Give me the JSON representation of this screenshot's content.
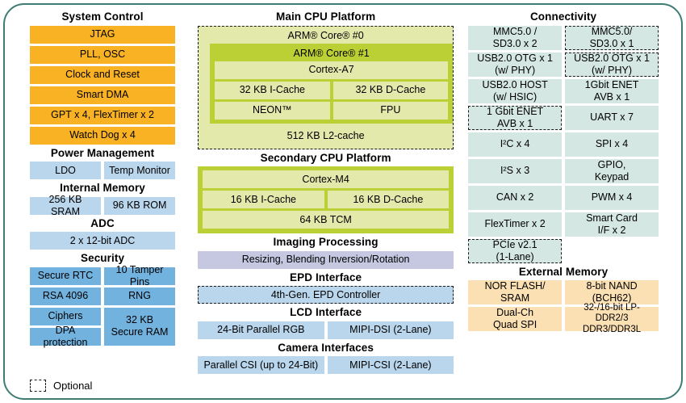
{
  "diagram": {
    "legend": {
      "label": "Optional",
      "swatch": "dashed-box-icon"
    },
    "colors": {
      "frame": "#3f7d74",
      "orange": "#F9B223",
      "blue_light": "#BAD6EC",
      "blue_medium": "#72B2DF",
      "green": "#BBD034",
      "green_light": "#E3E8AB",
      "teal": "#D5E7E2",
      "peach": "#FBE0B4",
      "lavender": "#C6C8E2"
    }
  },
  "system_control": {
    "title": "System Control",
    "items": [
      "JTAG",
      "PLL, OSC",
      "Clock and Reset",
      "Smart DMA",
      "GPT x 4, FlexTimer x 2",
      "Watch Dog x 4"
    ]
  },
  "power_management": {
    "title": "Power Management",
    "items": [
      "LDO",
      "Temp Monitor"
    ]
  },
  "internal_memory": {
    "title": "Internal Memory",
    "items": [
      "256 KB SRAM",
      "96 KB ROM"
    ]
  },
  "adc": {
    "title": "ADC",
    "items": [
      "2 x 12-bit ADC"
    ]
  },
  "security": {
    "title": "Security",
    "left_items": [
      "Secure RTC",
      "RSA 4096",
      "Ciphers",
      "DPA protection"
    ],
    "right_items": [
      "10 Tamper Pins",
      "RNG",
      "32 KB\nSecure RAM"
    ]
  },
  "main_cpu": {
    "title": "Main CPU Platform",
    "core0_label": "ARM® Core® #0",
    "core0_optional": true,
    "core1_label": "ARM® Core® #1",
    "cpu_name": "Cortex-A7",
    "caches": [
      "32 KB I-Cache",
      "32 KB D-Cache"
    ],
    "units": [
      "NEON™",
      "FPU"
    ],
    "l2_cache": "512 KB L2-cache"
  },
  "secondary_cpu": {
    "title": "Secondary CPU Platform",
    "cpu_name": "Cortex-M4",
    "caches": [
      "16 KB I-Cache",
      "16 KB D-Cache"
    ],
    "tcm": "64 KB TCM"
  },
  "imaging": {
    "title": "Imaging Processing",
    "items": [
      "Resizing, Blending Inversion/Rotation"
    ]
  },
  "epd": {
    "title": "EPD Interface",
    "items": [
      "4th-Gen. EPD Controller"
    ],
    "optional": true
  },
  "lcd": {
    "title": "LCD Interface",
    "items": [
      "24-Bit Parallel RGB",
      "MIPI-DSI (2-Lane)"
    ]
  },
  "camera": {
    "title": "Camera Interfaces",
    "items": [
      "Parallel CSI (up to 24-Bit)",
      "MIPI-CSI (2-Lane)"
    ]
  },
  "connectivity": {
    "title": "Connectivity",
    "rows": [
      {
        "left": "MMC5.0 /\nSD3.0 x 2",
        "left_optional": false,
        "right": "MMC5.0/\nSD3.0 x 1",
        "right_optional": true
      },
      {
        "left": "USB2.0 OTG x 1\n(w/ PHY)",
        "left_optional": false,
        "right": "USB2.0 OTG x 1\n(w/ PHY)",
        "right_optional": true
      },
      {
        "left": "USB2.0 HOST\n(w/ HSIC)",
        "left_optional": false,
        "right": "1Gbit ENET\nAVB x 1",
        "right_optional": false
      },
      {
        "left": "1 Gbit ENET\nAVB x 1",
        "left_optional": true,
        "right": "UART x 7",
        "right_optional": false
      },
      {
        "left": "I²C x 4",
        "left_optional": false,
        "right": "SPI x 4",
        "right_optional": false
      },
      {
        "left": "I²S x 3",
        "left_optional": false,
        "right": "GPIO,\nKeypad",
        "right_optional": false
      },
      {
        "left": "CAN x 2",
        "left_optional": false,
        "right": "PWM x 4",
        "right_optional": false
      },
      {
        "left": "FlexTimer x 2",
        "left_optional": false,
        "right": "Smart Card\nI/F x 2",
        "right_optional": false
      },
      {
        "left": "PCIe v2.1\n(1-Lane)",
        "left_optional": true,
        "right": "",
        "right_optional": false
      }
    ]
  },
  "external_memory": {
    "title": "External Memory",
    "rows": [
      {
        "left": "NOR FLASH/\nSRAM",
        "right": "8-bit NAND\n(BCH62)"
      },
      {
        "left": "Dual-Ch\nQuad SPI",
        "right": "32-/16-bit LP-DDR2/3\nDDR3/DDR3L"
      }
    ]
  }
}
